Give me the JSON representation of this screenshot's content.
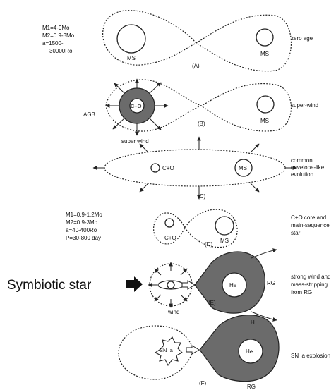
{
  "params_top": {
    "line1": "M1=4-9Mo",
    "line2": "M2=0.9-3Mo",
    "line3": "a=1500-",
    "line4": "30000Ro"
  },
  "params_mid": {
    "line1": "M1=0.9-1.2Mo",
    "line2": "M2=0.9-3Mo",
    "line3": "a=40-400Ro",
    "line4": "P=30-800 day"
  },
  "stages": {
    "A": {
      "panel": "(A)",
      "left_star": "MS",
      "right_star": "MS",
      "desc": [
        "zero age"
      ]
    },
    "B": {
      "panel": "(B)",
      "core": "C+O",
      "agb": "AGB",
      "wind": "super wind",
      "right_star": "MS",
      "desc": [
        "super-wind"
      ]
    },
    "C": {
      "panel": "(C)",
      "core": "C+O",
      "right_star": "MS",
      "desc": [
        "common",
        "envelope-like",
        "evolution"
      ]
    },
    "D": {
      "panel": "(D)",
      "left_star": "C+O",
      "right_star": "MS",
      "desc": [
        "C+O core and",
        "main-sequence",
        "star"
      ]
    },
    "E": {
      "panel": "(E)",
      "wind": "wind",
      "giant_core": "He",
      "giant": "RG",
      "desc": [
        "strong wind and",
        "mass-stripping",
        "from RG"
      ]
    },
    "F": {
      "panel": "(F)",
      "sn": "SN Ia",
      "giant_core": "He",
      "top_label": "H",
      "giant": "RG",
      "desc": [
        "SN Ia explosion"
      ]
    }
  },
  "symbiotic_label": "Symbiotic star",
  "colors": {
    "lobe_fill": "#6b6b6b",
    "ink": "#222222"
  }
}
